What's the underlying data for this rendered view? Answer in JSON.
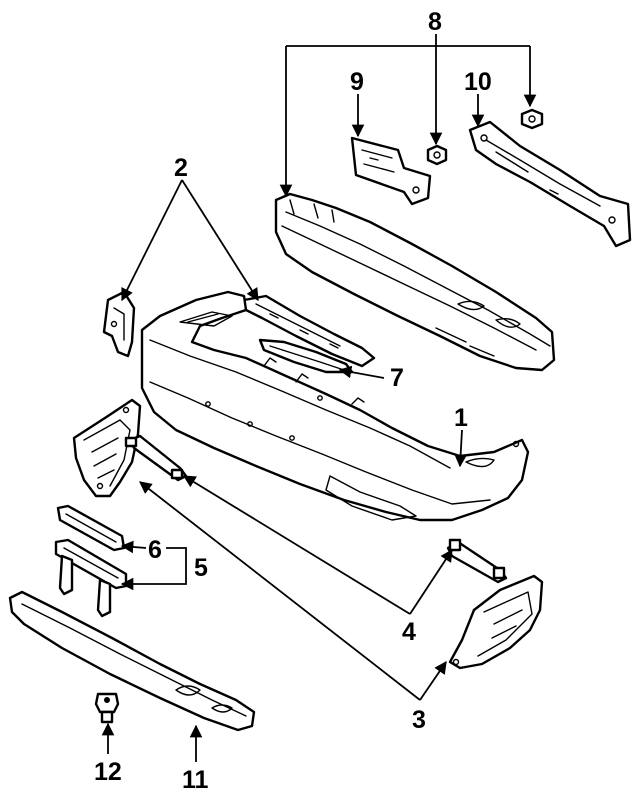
{
  "colors": {
    "ink": "#000000",
    "paper": "#ffffff"
  },
  "callouts": {
    "c1": "1",
    "c2": "2",
    "c3": "3",
    "c4": "4",
    "c5": "5",
    "c6": "6",
    "c7": "7",
    "c8": "8",
    "c9": "9",
    "c10": "10",
    "c11": "11",
    "c12": "12"
  }
}
